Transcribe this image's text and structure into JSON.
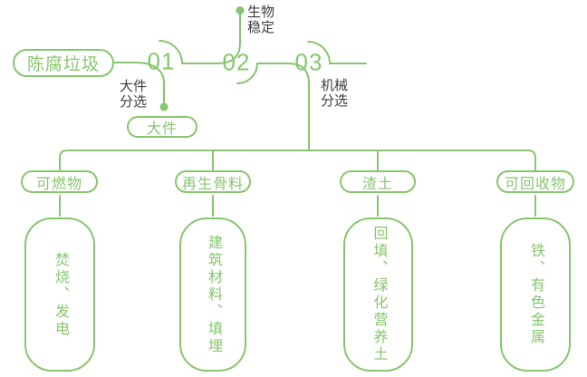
{
  "diagram": {
    "source": {
      "label": "陈腐垃圾"
    },
    "steps": [
      {
        "number": "01",
        "label": "大件\n分选",
        "output": "大件"
      },
      {
        "number": "02",
        "label": "生物\n稳定"
      },
      {
        "number": "03",
        "label": "机械\n分选"
      }
    ],
    "categories": [
      {
        "name": "可燃物",
        "detail": "焚烧、发电"
      },
      {
        "name": "再生骨料",
        "detail": "建筑材料、填埋"
      },
      {
        "name": "渣土",
        "detail": "回填、绿化营养土"
      },
      {
        "name": "可回收物",
        "detail": "铁、有色金属"
      }
    ],
    "colors": {
      "green": "#87c66e",
      "label_text": "#3f3f3f",
      "background": "#ffffff"
    }
  }
}
